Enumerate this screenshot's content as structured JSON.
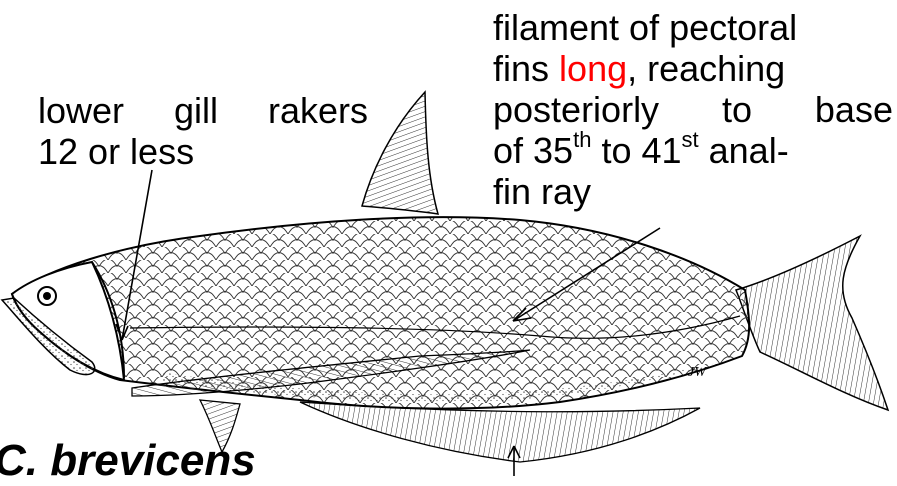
{
  "gill_label": {
    "w1": "lower",
    "w2": "gill",
    "w3": "rakers",
    "line2": "12 or less"
  },
  "pectoral_label": {
    "l1": "filament of pectoral",
    "l2a": "fins",
    "l2b": "long",
    "l2c": ", reaching",
    "l3a": "posteriorly",
    "l3b": "to",
    "l3c": "base",
    "l4a": "of 35",
    "l4b": "th",
    "l4c": " to 41",
    "l4d": "st",
    "l4e": " anal-",
    "l5": "fin ray"
  },
  "species_label": "C. brevicens",
  "artist_mark": "JW",
  "colors": {
    "text": "#000000",
    "highlight": "#ff0000",
    "background": "#ffffff"
  }
}
